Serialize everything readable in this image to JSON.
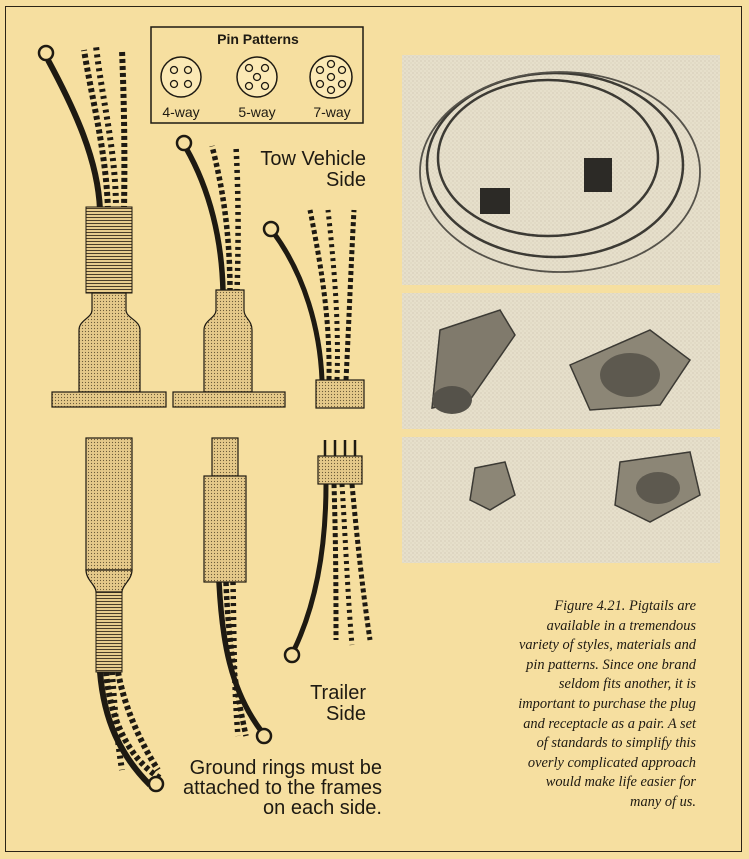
{
  "pin_patterns": {
    "title": "Pin Patterns",
    "labels": [
      "4-way",
      "5-way",
      "7-way"
    ]
  },
  "labels": {
    "tow_vehicle_line1": "Tow Vehicle",
    "tow_vehicle_line2": "Side",
    "trailer_line1": "Trailer",
    "trailer_line2": "Side"
  },
  "ground_note": {
    "line1": "Ground rings must be",
    "line2": "attached to the frames",
    "line3": "on each side."
  },
  "caption": {
    "line1": "Figure 4.21.  Pigtails are",
    "line2": "available in a tremendous",
    "line3": "variety of styles, materials and",
    "line4": "pin patterns.  Since one brand",
    "line5": "seldom fits another, it is",
    "line6": "important to purchase the plug",
    "line7": "and receptacle as a pair.  A set",
    "line8": "of standards to simplify this",
    "line9": "overly complicated approach",
    "line10": "would make life easier for",
    "line11": "many of us."
  },
  "colors": {
    "background": "#f6dfa0",
    "ink": "#1e1a12",
    "photo": "#e9e1cc"
  }
}
